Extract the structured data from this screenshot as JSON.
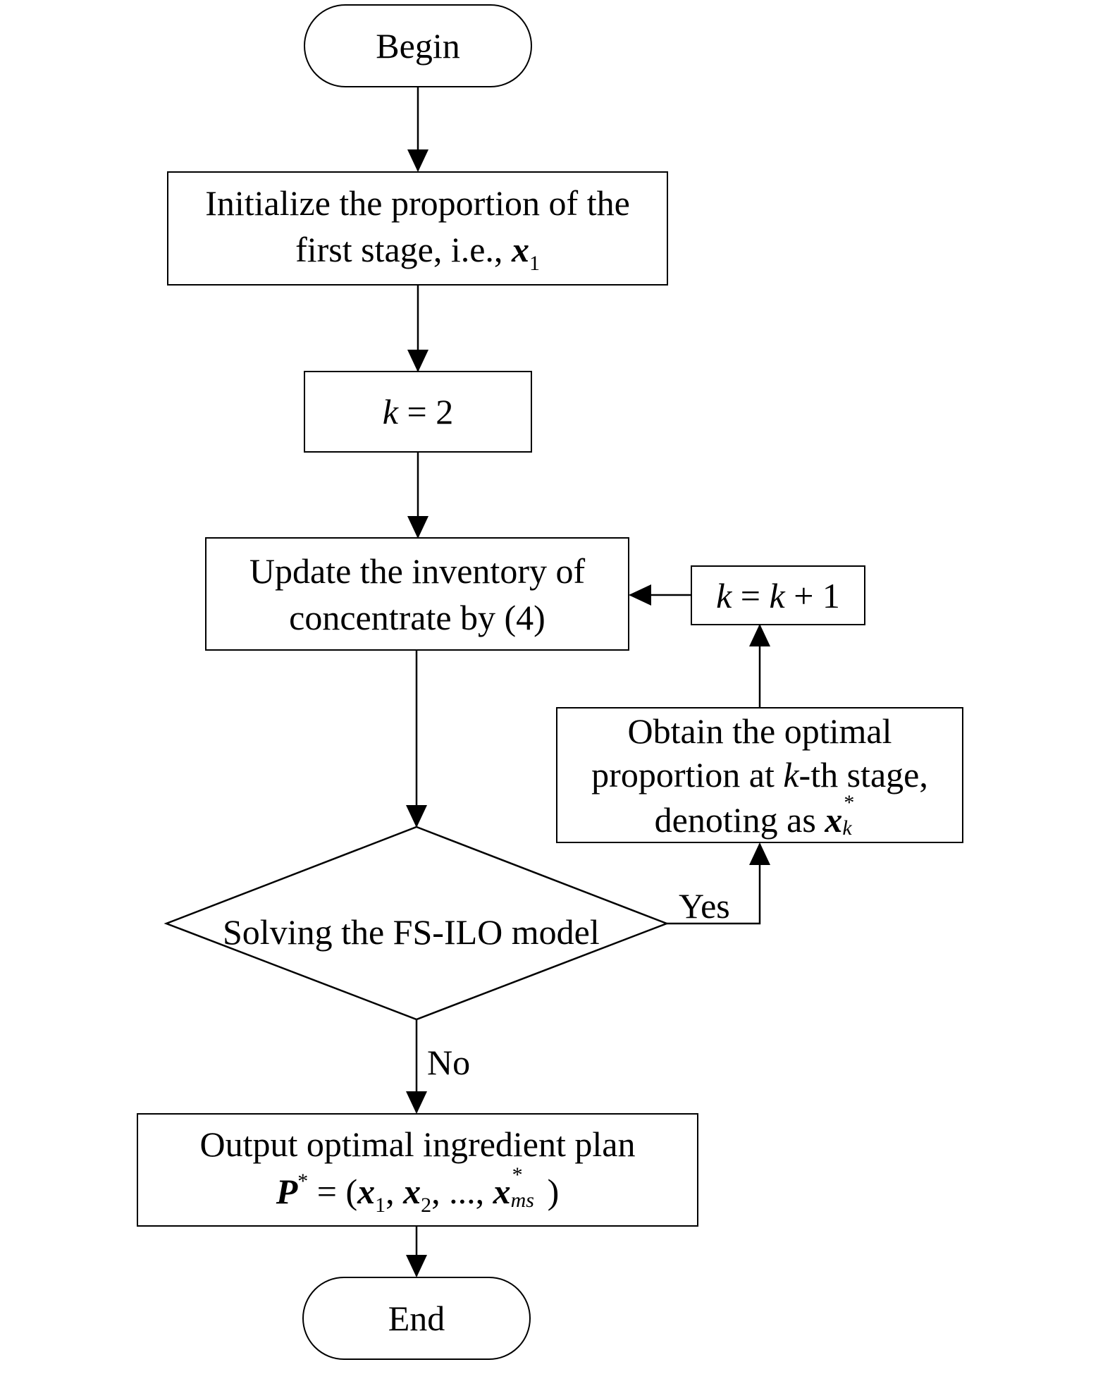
{
  "nodes": {
    "begin": {
      "label": "Begin"
    },
    "init": {
      "line1": "Initialize the proportion of the",
      "line2_text": "first stage, i.e., ",
      "line2_var": "x",
      "line2_sub": "1"
    },
    "k2": {
      "var": "k",
      "rest": " = 2"
    },
    "update": {
      "line1": "Update the inventory of",
      "line2": "concentrate by (4)"
    },
    "kinc": {
      "var1": "k",
      "eq": " = ",
      "var2": "k",
      "rest": " + 1"
    },
    "obtain": {
      "line1": "Obtain the optimal",
      "line2_pre": "proportion at ",
      "line2_var": "k",
      "line2_post": "-th stage,",
      "line3_text": "denoting as ",
      "line3_var": "x",
      "line3_sup": "*",
      "line3_sub": "k"
    },
    "decision": {
      "label": "Solving the FS-ILO model"
    },
    "output": {
      "line1": "Output optimal ingredient plan",
      "P": "P",
      "P_sup": "*",
      "eq_open": " = (",
      "x1": "x",
      "x1_sub": "1",
      "sep1": ", ",
      "x2": "x",
      "x2_sub": "2",
      "sep2": ", ..., ",
      "xms": "x",
      "xms_sup": "*",
      "xms_sub": "ms",
      "close": ")"
    },
    "end": {
      "label": "End"
    }
  },
  "edges": {
    "yes": "Yes",
    "no": "No"
  }
}
